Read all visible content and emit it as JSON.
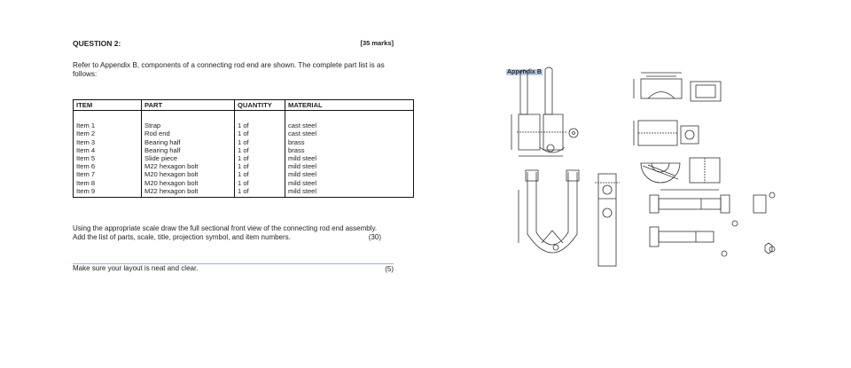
{
  "question": {
    "title": "QUESTION 2:",
    "marks": "[35 marks]",
    "intro": "Refer to Appendix B, components of a connecting rod end are shown. The complete part list is as follows:"
  },
  "parts_table": {
    "headers": [
      "ITEM",
      "PART",
      "QUANTITY",
      "MATERIAL"
    ],
    "rows": [
      [
        "Item 1",
        "Strap",
        "1 of",
        "cast steel"
      ],
      [
        "Item 2",
        "Rod end",
        "1 of",
        "cast steel"
      ],
      [
        "Item 3",
        "Bearing half",
        "1 of",
        "brass"
      ],
      [
        "Item 4",
        "Bearing half",
        "1 of",
        "brass"
      ],
      [
        "Item 5",
        "Slide piece",
        "1 of",
        "mild steel"
      ],
      [
        "Item 6",
        "M22 hexagon bolt",
        "1 of",
        "mild steel"
      ],
      [
        "Item 7",
        "M20 hexagon bolt",
        "1 of",
        "mild steel"
      ],
      [
        "Item 8",
        "M20 hexagon bolt",
        "1 of",
        "mild steel"
      ],
      [
        "Item 9",
        "M22 hexagon bolt",
        "1 of",
        "mild steel"
      ]
    ]
  },
  "instructions": {
    "line1": "Using the appropriate scale draw the full sectional front view of the connecting rod end assembly.",
    "line2": "Add the list of parts, scale, title, projection symbol, and item numbers.",
    "line2_marks": "(30)",
    "line3": "Make sure your layout is neat and clear.",
    "line3_marks": "(5)"
  },
  "appendix": {
    "label": "Appendix B"
  }
}
